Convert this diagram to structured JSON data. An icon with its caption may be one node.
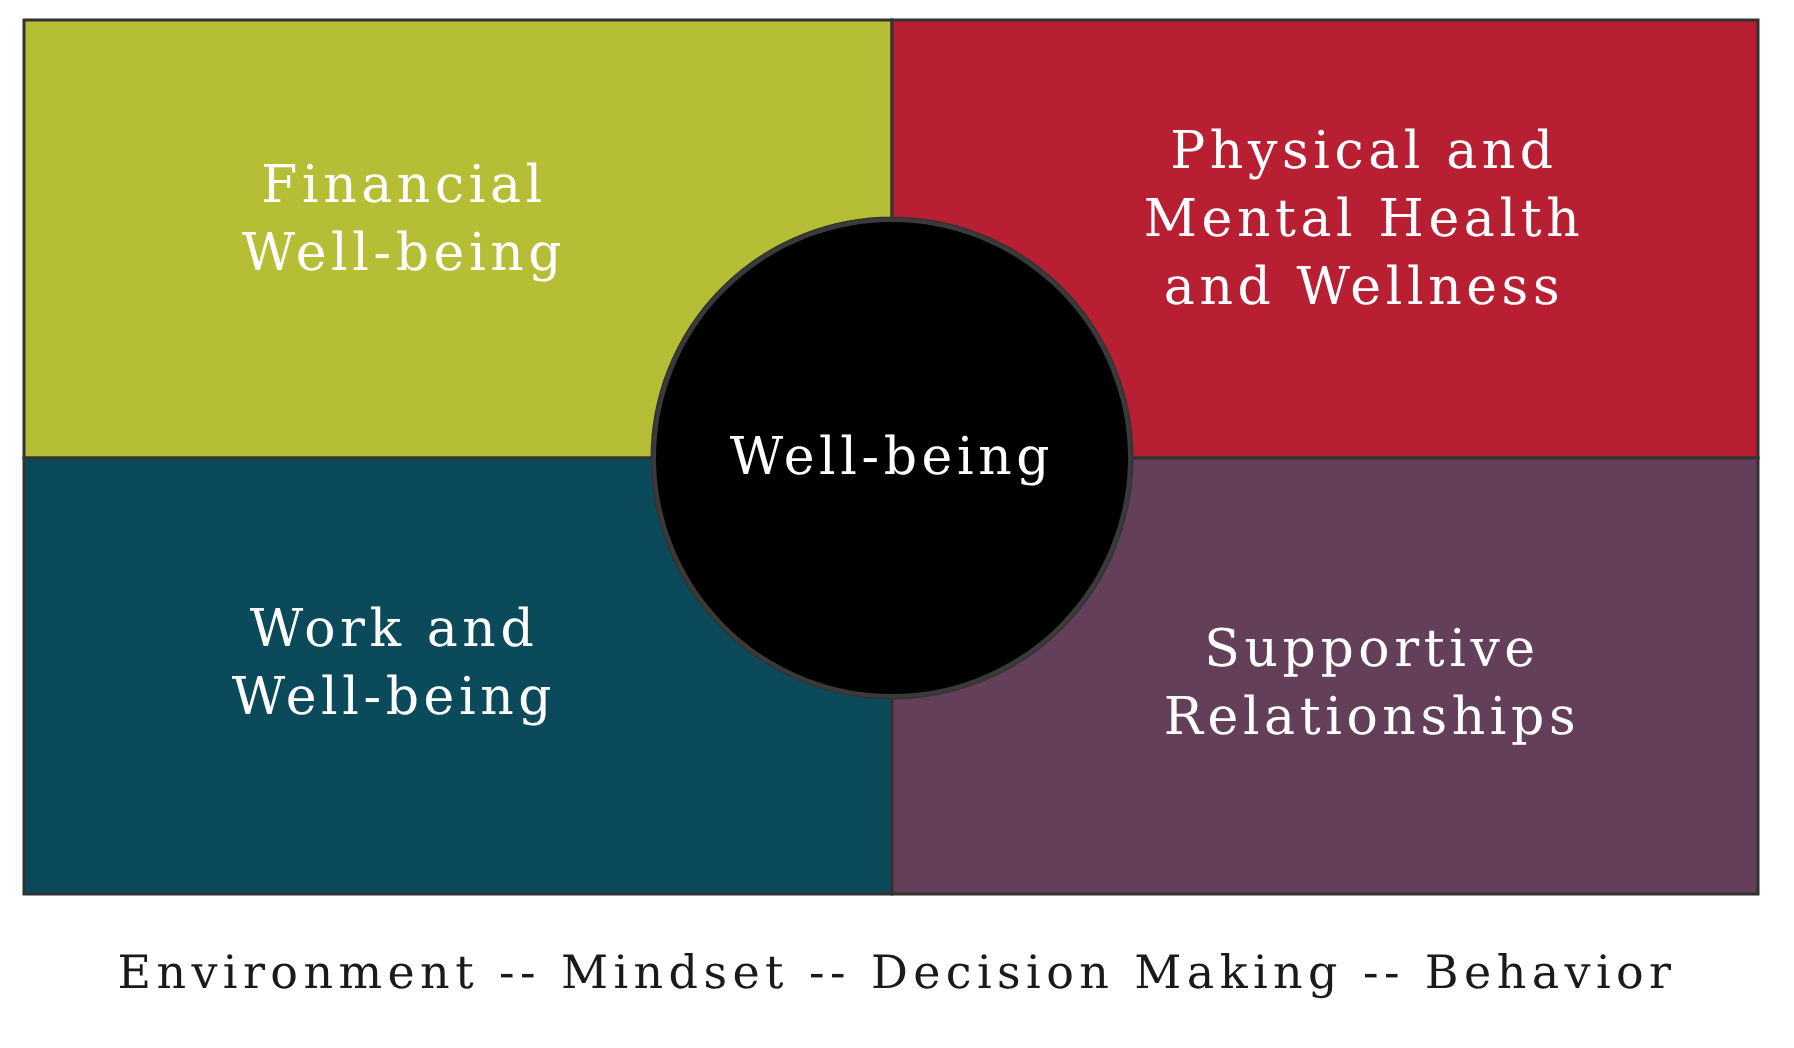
{
  "diagram": {
    "nodes": [
      {
        "text": [
          "Financial Well-being"
        ]
      },
      {
        "text": [
          "Physical and Mental Health and Wellness"
        ]
      },
      {
        "text": [
          "Work and Well-being"
        ]
      },
      {
        "text": [
          "Supportive Relationships"
        ]
      },
      {
        "text": [
          "Well-being"
        ]
      }
    ],
    "edges": [],
    "caption": "Environment -- Mindset -- Decision Making -- Behavior"
  }
}
